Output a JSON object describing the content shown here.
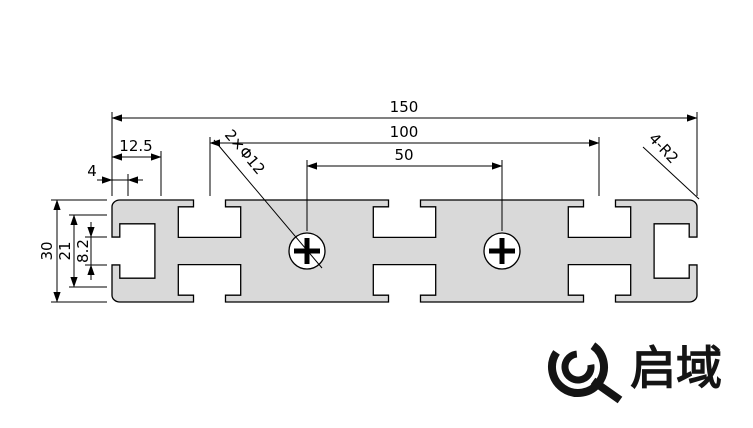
{
  "drawing": {
    "dims": {
      "total_length": "150",
      "slot_span": "100",
      "hole_spacing": "50",
      "edge_to_slot": "12.5",
      "wall_width": "4",
      "height": "30",
      "inner_height": "21",
      "slot_opening": "8.2"
    },
    "callouts": {
      "holes": "2×Φ12",
      "corners": "4-R2"
    },
    "colors": {
      "profile_fill": "#d9d9d9",
      "line": "#000000"
    }
  },
  "logo": {
    "text": "启域"
  }
}
